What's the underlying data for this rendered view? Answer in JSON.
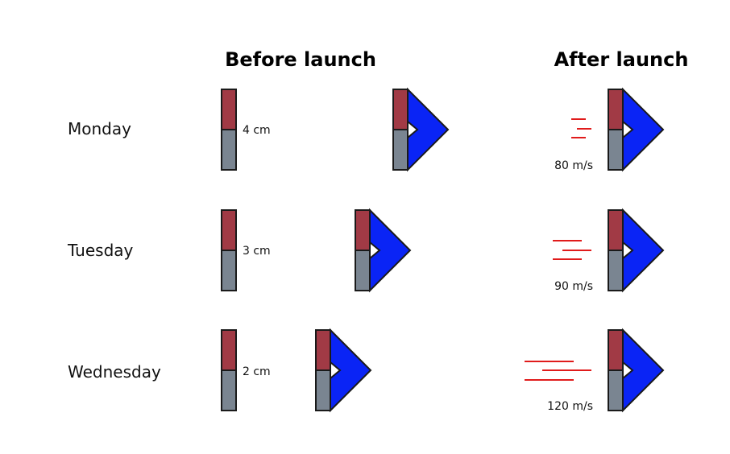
{
  "headers": {
    "before": "Before launch",
    "after": "After launch"
  },
  "colors": {
    "magnet_top": "#a13a45",
    "magnet_bottom": "#7a8591",
    "arrow": "#0a24f5",
    "outline": "#1a1a1a",
    "speed_lines": "#e01b1b"
  },
  "rows": [
    {
      "day": "Monday",
      "distance": "4 cm",
      "distance_cm": 4,
      "speed": "80 m/s",
      "speed_ms": 80
    },
    {
      "day": "Tuesday",
      "distance": "3 cm",
      "distance_cm": 3,
      "speed": "90 m/s",
      "speed_ms": 90
    },
    {
      "day": "Wednesday",
      "distance": "2 cm",
      "distance_cm": 2,
      "speed": "120 m/s",
      "speed_ms": 120
    }
  ]
}
